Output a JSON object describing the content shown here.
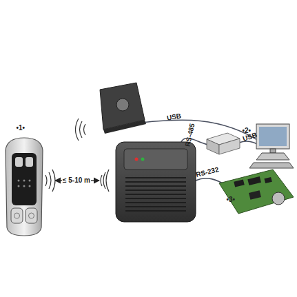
{
  "diagram": {
    "labels": [
      "•1•",
      "≤ 5-10 m",
      "USB",
      "RS-485",
      "•2•",
      "USB",
      "RS-232",
      "•3•"
    ]
  }
}
